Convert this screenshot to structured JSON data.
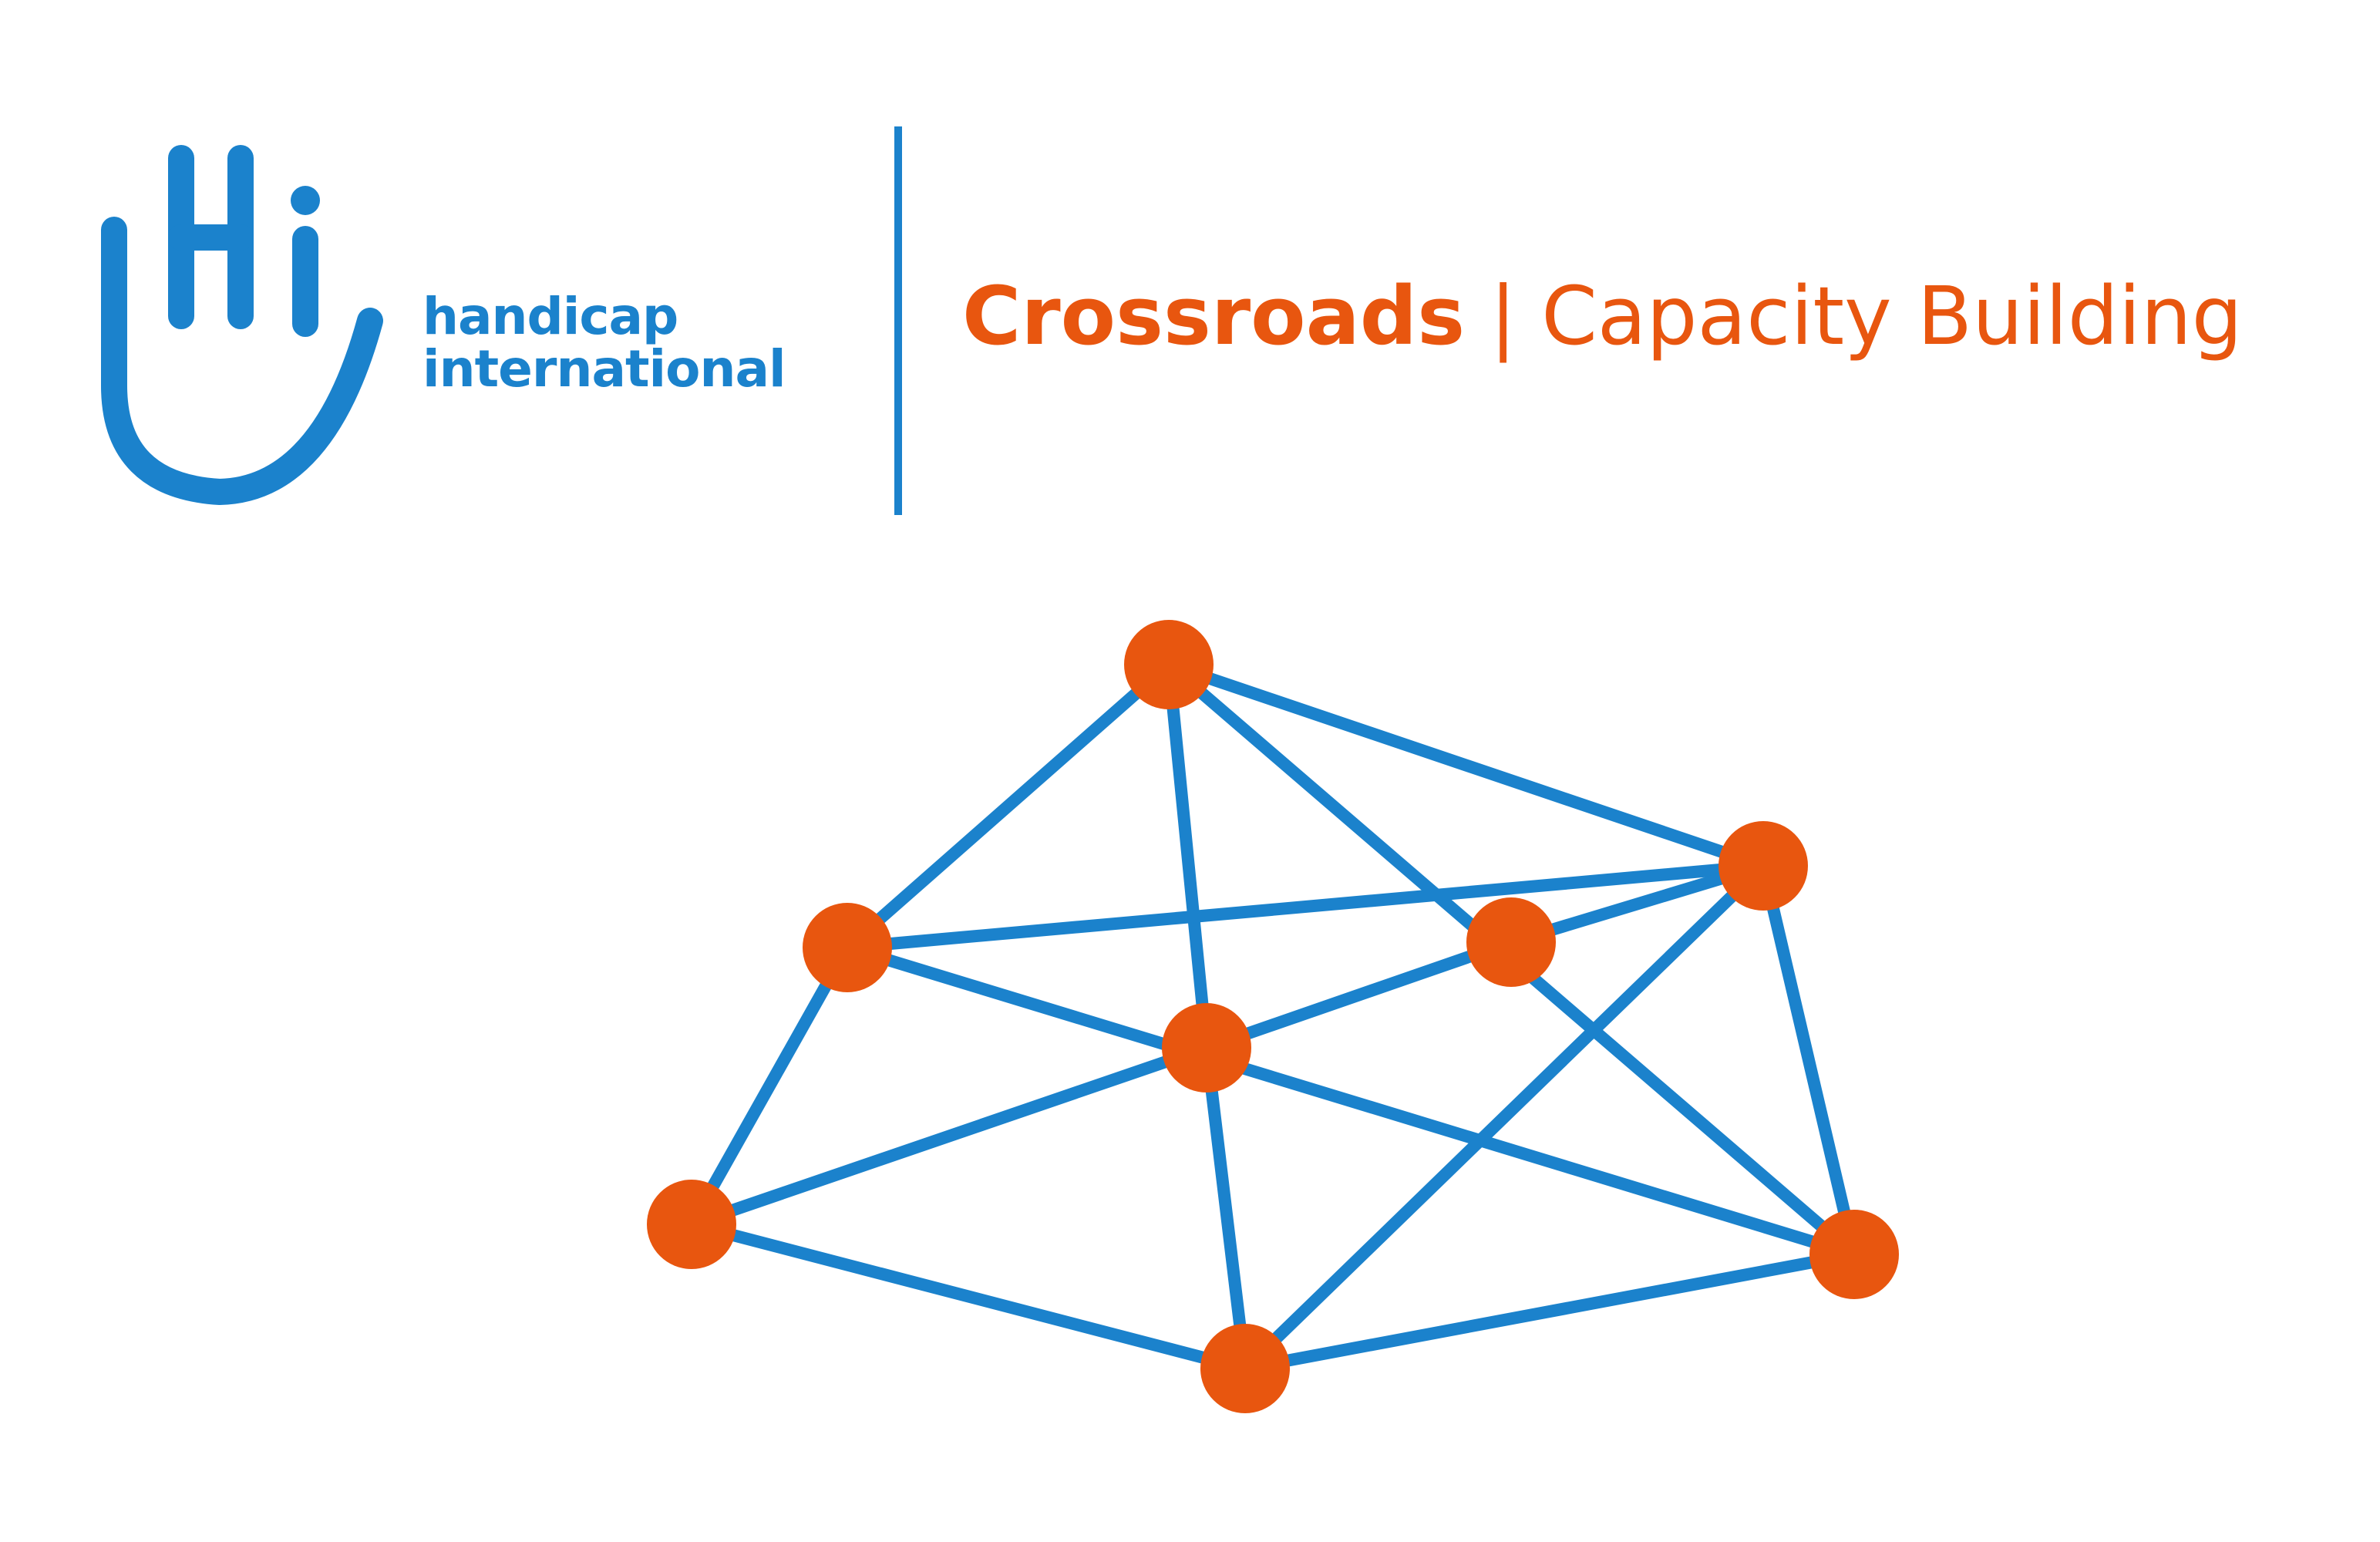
{
  "brand": {
    "logo_text_line1": "handicap",
    "logo_text_line2": "international",
    "logo_mark_letters": "Hi",
    "color_blue": "#1b82cc",
    "color_orange": "#e8560f"
  },
  "title": {
    "strong": "Crossroads",
    "separator": "|",
    "rest": "Capacity Building"
  },
  "network": {
    "node_color": "#e8560f",
    "edge_color": "#1b82cc"
  }
}
